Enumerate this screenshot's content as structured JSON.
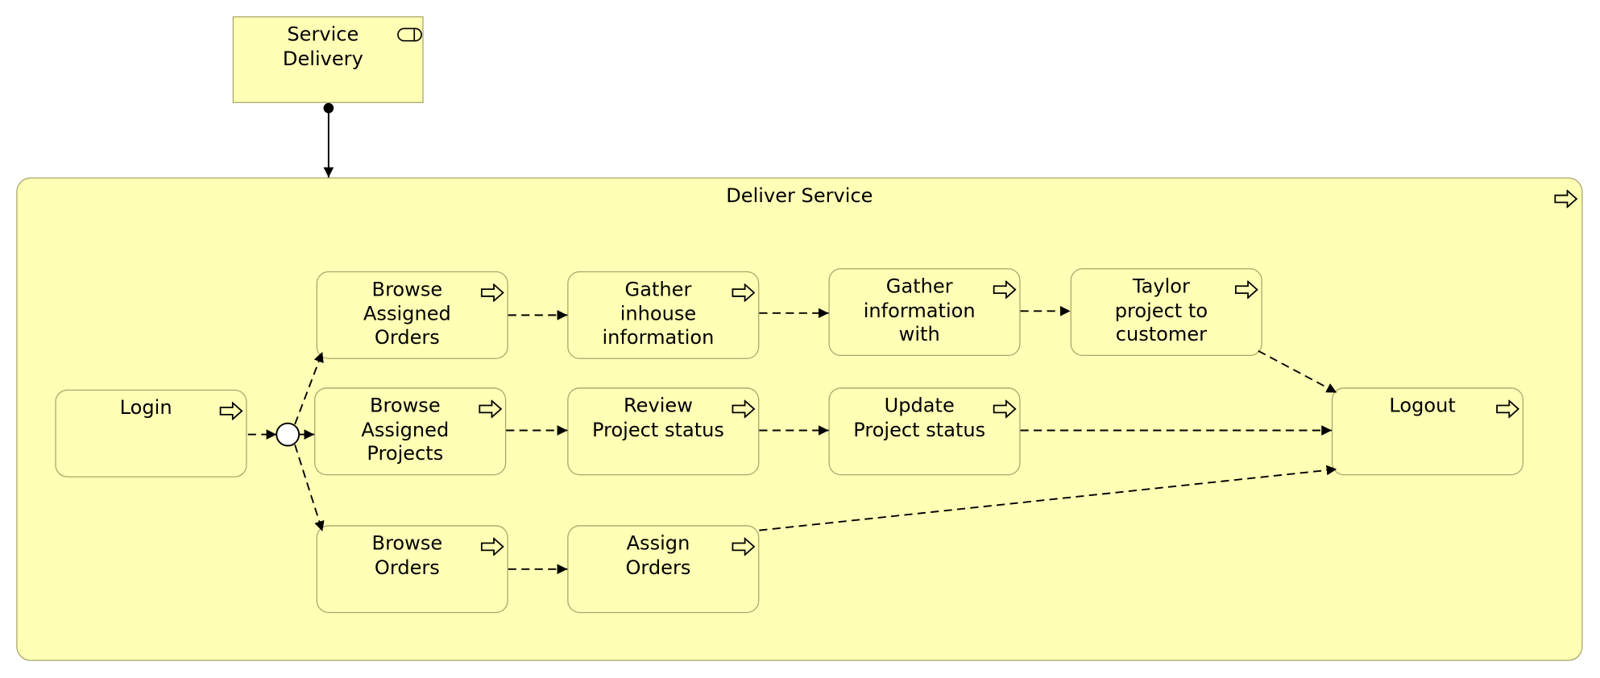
{
  "service": {
    "label": "Service\nDelivery",
    "icon": "service-icon"
  },
  "container": {
    "label": "Deliver Service",
    "icon": "process-arrow-icon"
  },
  "processes": {
    "login": "Login",
    "browse_assigned_orders": "Browse\nAssigned\nOrders",
    "gather_inhouse": "Gather\ninhouse\ninformation",
    "gather_with": "Gather\ninformation\nwith",
    "taylor": "Taylor\nproject to\ncustomer",
    "browse_assigned_projects": "Browse\nAssigned\nProjects",
    "review_status": "Review\nProject status",
    "update_status": "Update\nProject status",
    "logout": "Logout",
    "browse_orders": "Browse\nOrders",
    "assign_orders": "Assign\nOrders"
  },
  "colors": {
    "fill": "#ffffb5",
    "border": "#a9a76c",
    "line": "#000000"
  }
}
